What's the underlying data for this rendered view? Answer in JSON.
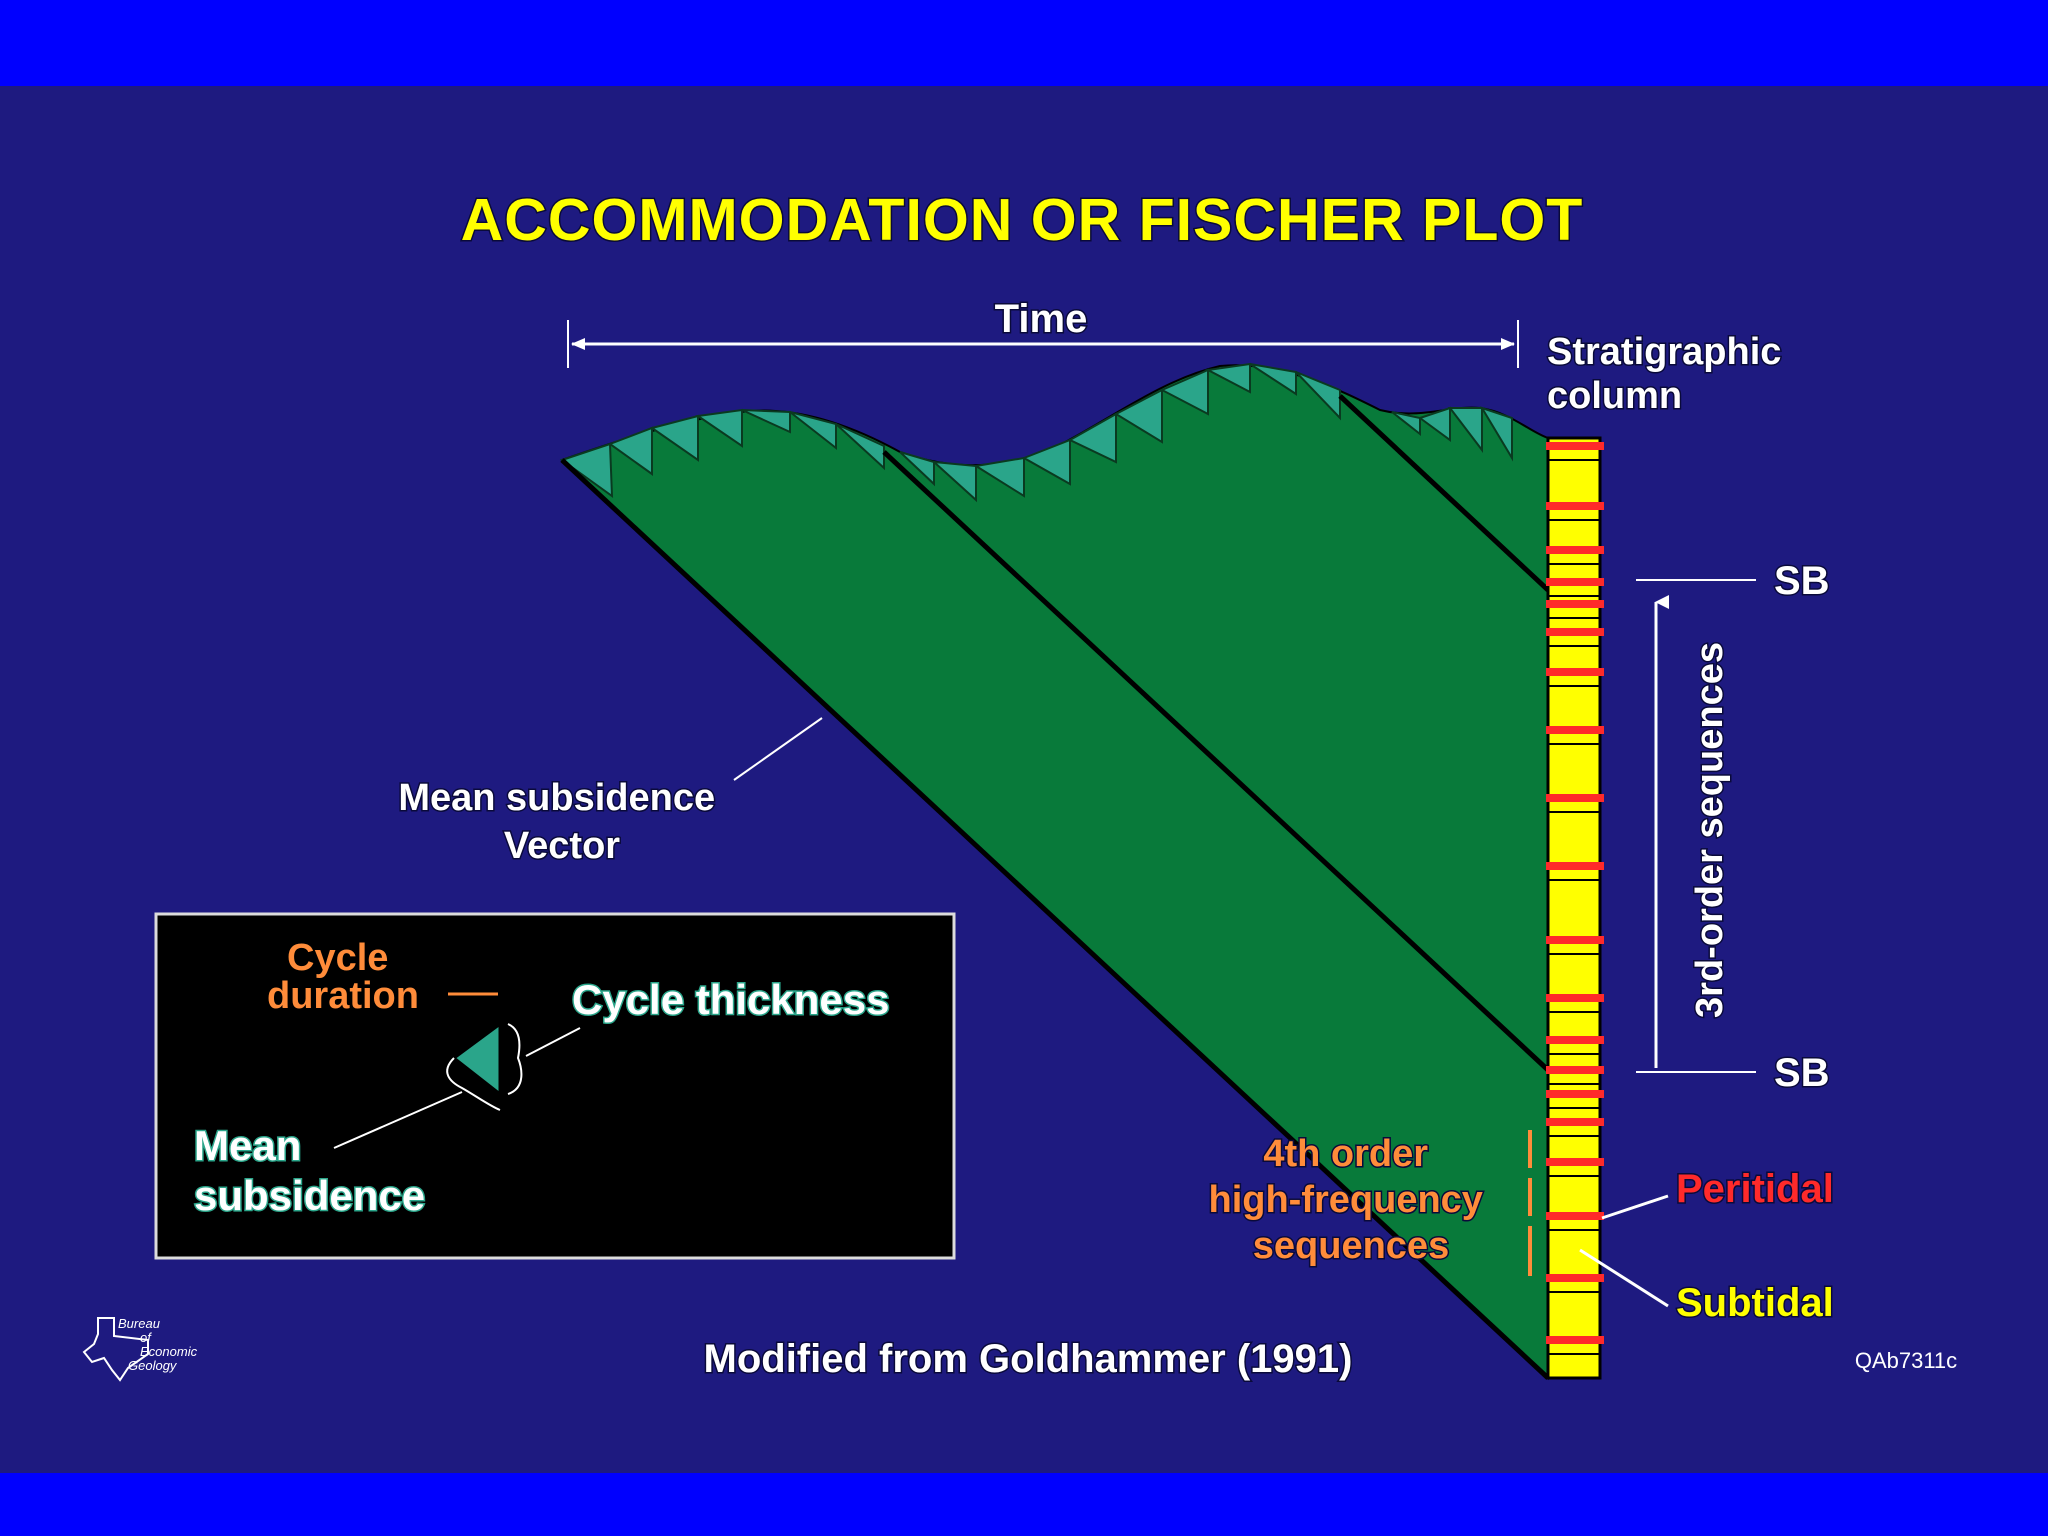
{
  "title": "ACCOMMODATION OR FISCHER PLOT",
  "time_label": "Time",
  "strat_column_label": [
    "Stratigraphic",
    "column"
  ],
  "sb_upper": "SB",
  "sb_lower": "SB",
  "third_order_label": "3rd-order sequences",
  "mean_subsidence_vector": [
    "Mean subsidence",
    "Vector"
  ],
  "fourth_order_label": [
    "4th order",
    "high-frequency",
    "sequences"
  ],
  "peritidal": "Peritidal",
  "subtidal": "Subtidal",
  "credit": "Modified from Goldhammer (1991)",
  "figure_code": "QAb7311c",
  "logo_text": [
    "Bureau",
    "of",
    "Economic",
    "Geology"
  ],
  "inset": {
    "cycle_duration": [
      "Cycle",
      "duration"
    ],
    "cycle_thickness": "Cycle thickness",
    "mean_subsidence": [
      "Mean",
      "subsidence"
    ]
  },
  "colors": {
    "background": "#1e1a80",
    "top_bottom_band": "#0000ff",
    "fill_green": "#087a3a",
    "teeth_teal": "#2aa58a",
    "title_yellow": "#ffff00",
    "column_yellow": "#ffff00",
    "peritidal_red": "#ff2a2a",
    "annotation_orange": "#ff8c3a"
  }
}
